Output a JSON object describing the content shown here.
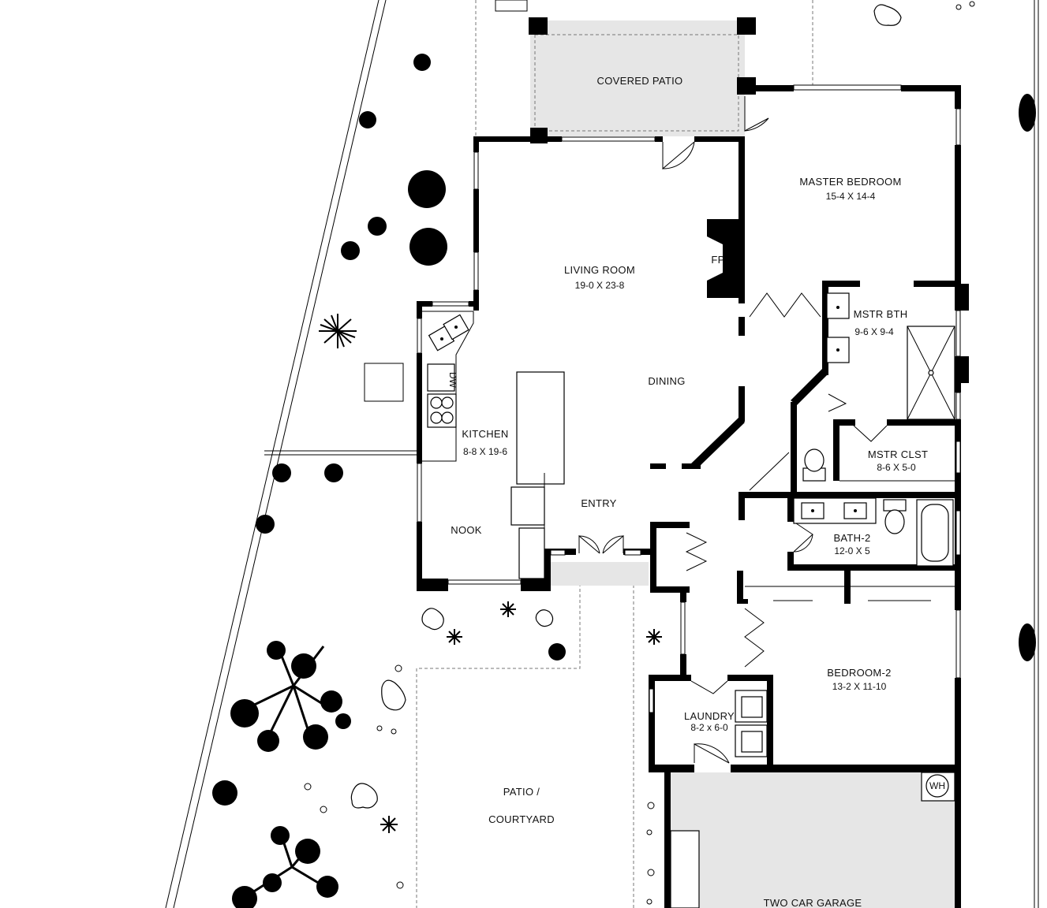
{
  "colors": {
    "wall": "#000000",
    "paved": "#e6e6e6",
    "line": "#777777"
  },
  "rooms": {
    "covered_patio": {
      "name": "COVERED PATIO"
    },
    "master_bedroom": {
      "name": "MASTER BEDROOM",
      "size": "15-4  X  14-4"
    },
    "living_room": {
      "name": "LIVING ROOM",
      "size": "19-0  X  23-8"
    },
    "fireplace": {
      "name": "FP"
    },
    "mstr_bth": {
      "name": "MSTR BTH",
      "size": "9-6 X 9-4"
    },
    "dining": {
      "name": "DINING"
    },
    "kitchen": {
      "name": "KITCHEN",
      "size": "8-8 X 19-6"
    },
    "mstr_clst": {
      "name": "MSTR CLST",
      "size": "8-6  X  5-0"
    },
    "entry": {
      "name": "ENTRY"
    },
    "nook": {
      "name": "NOOK"
    },
    "bath2": {
      "name": "BATH-2",
      "size": "12-0 X 5"
    },
    "bedroom2": {
      "name": "BEDROOM-2",
      "size": "13-2  X  11-10"
    },
    "laundry": {
      "name": "LAUNDRY",
      "size": "8-2  x 6-0"
    },
    "patio": {
      "name": "PATIO  /",
      "name2": "COURTYARD"
    },
    "garage": {
      "name": "TWO CAR GARAGE"
    },
    "water_heater": {
      "name": "WH"
    },
    "dishwasher": {
      "name": "DW"
    }
  },
  "icons": [
    "bush-icon",
    "tree-icon",
    "sink-icon",
    "toilet-icon",
    "bathtub-icon",
    "shower-icon",
    "range-icon",
    "door-swing-icon"
  ]
}
